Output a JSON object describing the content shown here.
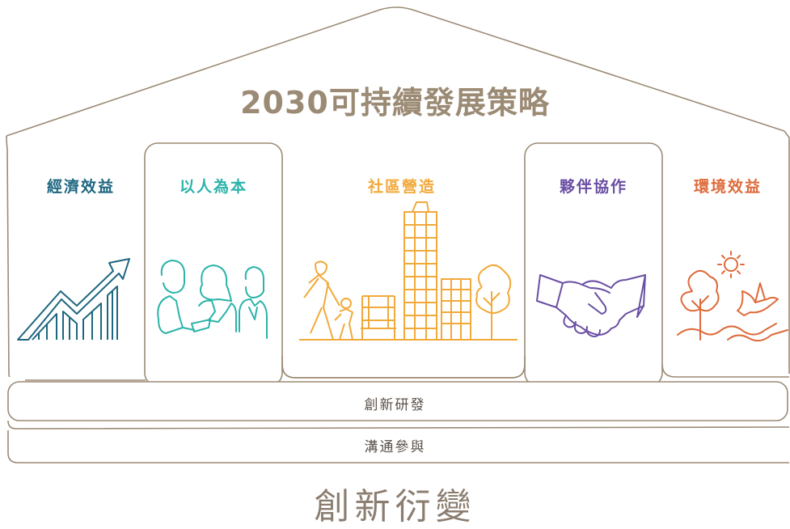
{
  "title": "2030可持續發展策略",
  "pillars": [
    {
      "label": "經濟效益",
      "color": "#1d6680",
      "icon": "growth-chart-icon"
    },
    {
      "label": "以人為本",
      "color": "#2bb3aa",
      "icon": "people-icon"
    },
    {
      "label": "社區營造",
      "color": "#f2a93a",
      "icon": "community-city-icon"
    },
    {
      "label": "夥伴協作",
      "color": "#6a4fa3",
      "icon": "handshake-icon"
    },
    {
      "label": "環境效益",
      "color": "#de6a3a",
      "icon": "nature-icon"
    }
  ],
  "bands": [
    {
      "label": "創新研發"
    },
    {
      "label": "溝通參與"
    }
  ],
  "footer": "創新衍變",
  "colors": {
    "outline": "#9b8a74",
    "title": "#9b8a74",
    "band_text": "#5a5048"
  }
}
